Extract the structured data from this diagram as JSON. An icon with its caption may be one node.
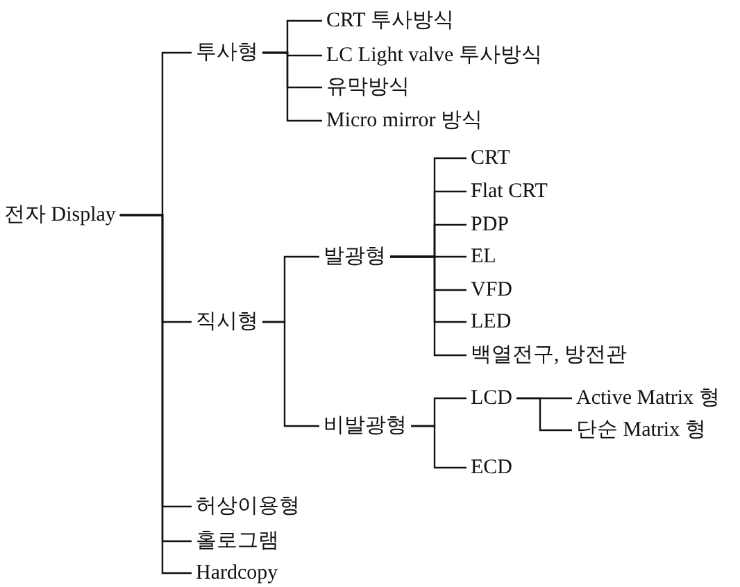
{
  "diagram": {
    "nodes": [
      {
        "text": [
          "전자 Display"
        ]
      },
      {
        "text": [
          "투사형"
        ]
      },
      {
        "text": [
          "CRT 투사방식"
        ]
      },
      {
        "text": [
          "LC Light valve 투사방식"
        ]
      },
      {
        "text": [
          "유막방식"
        ]
      },
      {
        "text": [
          "Micro mirror 방식"
        ]
      },
      {
        "text": [
          "직시형"
        ]
      },
      {
        "text": [
          "발광형"
        ]
      },
      {
        "text": [
          "CRT"
        ]
      },
      {
        "text": [
          "Flat CRT"
        ]
      },
      {
        "text": [
          "PDP"
        ]
      },
      {
        "text": [
          "EL"
        ]
      },
      {
        "text": [
          "VFD"
        ]
      },
      {
        "text": [
          "LED"
        ]
      },
      {
        "text": [
          "백열전구, 방전관"
        ]
      },
      {
        "text": [
          "비발광형"
        ]
      },
      {
        "text": [
          "LCD"
        ]
      },
      {
        "text": [
          "ECD"
        ]
      },
      {
        "text": [
          "Active Matrix 형"
        ]
      },
      {
        "text": [
          "단순 Matrix 형"
        ]
      },
      {
        "text": [
          "허상이용형"
        ]
      },
      {
        "text": [
          "홀로그램"
        ]
      },
      {
        "text": [
          "Hardcopy"
        ]
      }
    ],
    "edges": [
      {
        "from": 0,
        "to": 1,
        "arrow": "none"
      },
      {
        "from": 0,
        "to": 6,
        "arrow": "none"
      },
      {
        "from": 0,
        "to": 20,
        "arrow": "none"
      },
      {
        "from": 0,
        "to": 21,
        "arrow": "none"
      },
      {
        "from": 0,
        "to": 22,
        "arrow": "none"
      },
      {
        "from": 1,
        "to": 2,
        "arrow": "none"
      },
      {
        "from": 1,
        "to": 3,
        "arrow": "none"
      },
      {
        "from": 1,
        "to": 4,
        "arrow": "none"
      },
      {
        "from": 1,
        "to": 5,
        "arrow": "none"
      },
      {
        "from": 6,
        "to": 7,
        "arrow": "none"
      },
      {
        "from": 6,
        "to": 15,
        "arrow": "none"
      },
      {
        "from": 7,
        "to": 8,
        "arrow": "none"
      },
      {
        "from": 7,
        "to": 9,
        "arrow": "none"
      },
      {
        "from": 7,
        "to": 10,
        "arrow": "none"
      },
      {
        "from": 7,
        "to": 11,
        "arrow": "none"
      },
      {
        "from": 7,
        "to": 12,
        "arrow": "none"
      },
      {
        "from": 7,
        "to": 13,
        "arrow": "none"
      },
      {
        "from": 7,
        "to": 14,
        "arrow": "none"
      },
      {
        "from": 15,
        "to": 16,
        "arrow": "none"
      },
      {
        "from": 15,
        "to": 17,
        "arrow": "none"
      },
      {
        "from": 16,
        "to": 18,
        "arrow": "none"
      },
      {
        "from": 16,
        "to": 19,
        "arrow": "none"
      }
    ]
  }
}
